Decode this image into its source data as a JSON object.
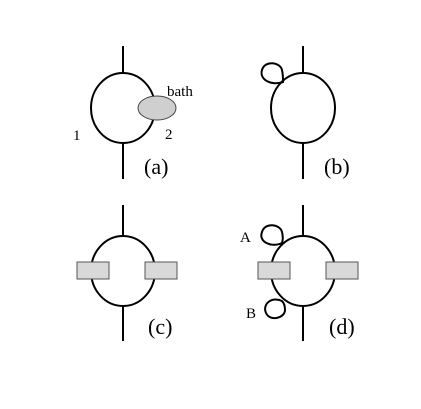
{
  "panels": {
    "a": {
      "label": "(a)",
      "bath_label": "bath",
      "left_label": "1",
      "right_label": "2"
    },
    "b": {
      "label": "(b)"
    },
    "c": {
      "label": "(c)"
    },
    "d": {
      "label": "(d)",
      "loop_a_label": "A",
      "loop_b_label": "B"
    }
  }
}
